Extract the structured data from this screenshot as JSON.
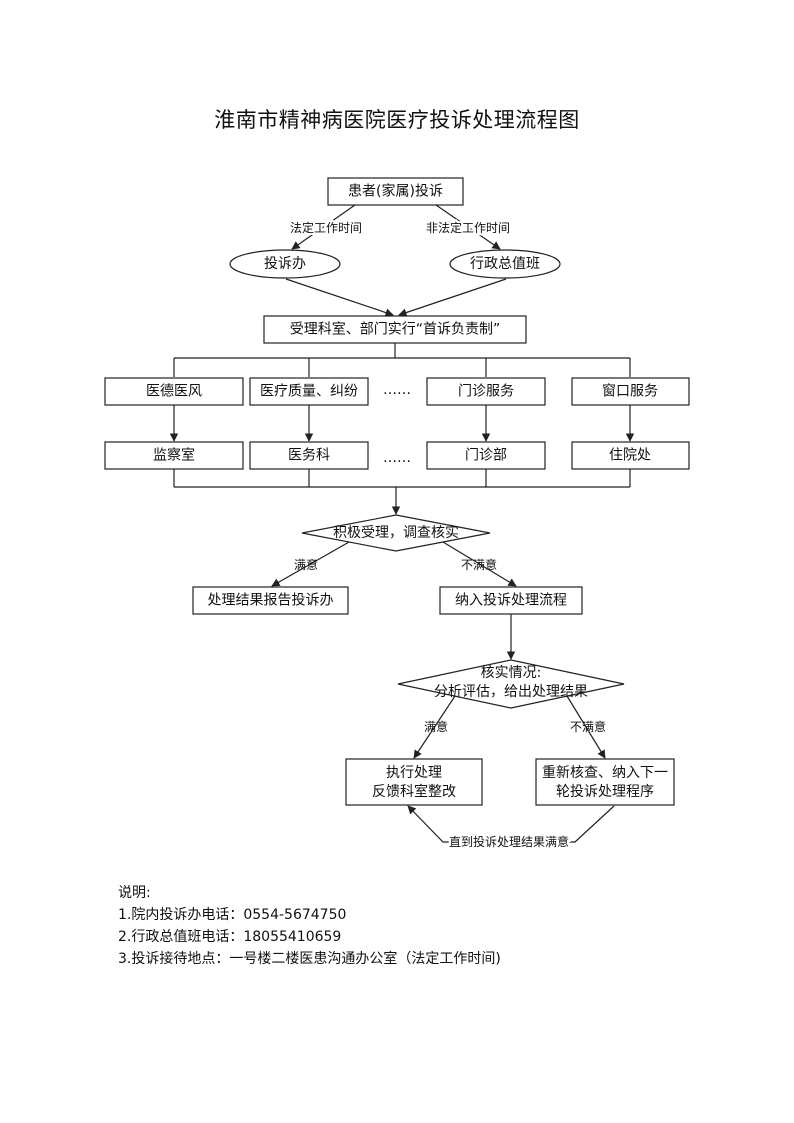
{
  "title": "淮南市精神病医院医疗投诉处理流程图",
  "nodes": {
    "start": "患者(家属)投诉",
    "complaint_office": "投诉办",
    "admin_duty": "行政总值班",
    "first_responsible": "受理科室、部门实行“首诉负责制”",
    "cat1": "医德医风",
    "cat2": "医疗质量、纠纷",
    "cat_dots": "……",
    "cat3": "门诊服务",
    "cat4": "窗口服务",
    "dept1": "监察室",
    "dept2": "医务科",
    "dept_dots": "……",
    "dept3": "门诊部",
    "dept4": "住院处",
    "investigate": "积极受理，调查核实",
    "report": "处理结果报告投诉办",
    "enter_process": "纳入投诉处理流程",
    "verify_line1": "核实情况:",
    "verify_line2": "分析评估，给出处理结果",
    "execute_line1": "执行处理",
    "execute_line2": "反馈科室整改",
    "recheck_line1": "重新核查、纳入下一",
    "recheck_line2": "轮投诉处理程序"
  },
  "edges": {
    "legal_time": "法定工作时间",
    "non_legal_time": "非法定工作时间",
    "satisfied_1": "满意",
    "unsatisfied_1": "不满意",
    "satisfied_2": "满意",
    "unsatisfied_2": "不满意",
    "loop": "直到投诉处理结果满意"
  },
  "notes": {
    "heading": "说明:",
    "line1": "1.院内投诉办电话：0554-5674750",
    "line2": "2.行政总值班电话：18055410659",
    "line3": "3.投诉接待地点：一号楼二楼医患沟通办公室（法定工作时间)"
  }
}
